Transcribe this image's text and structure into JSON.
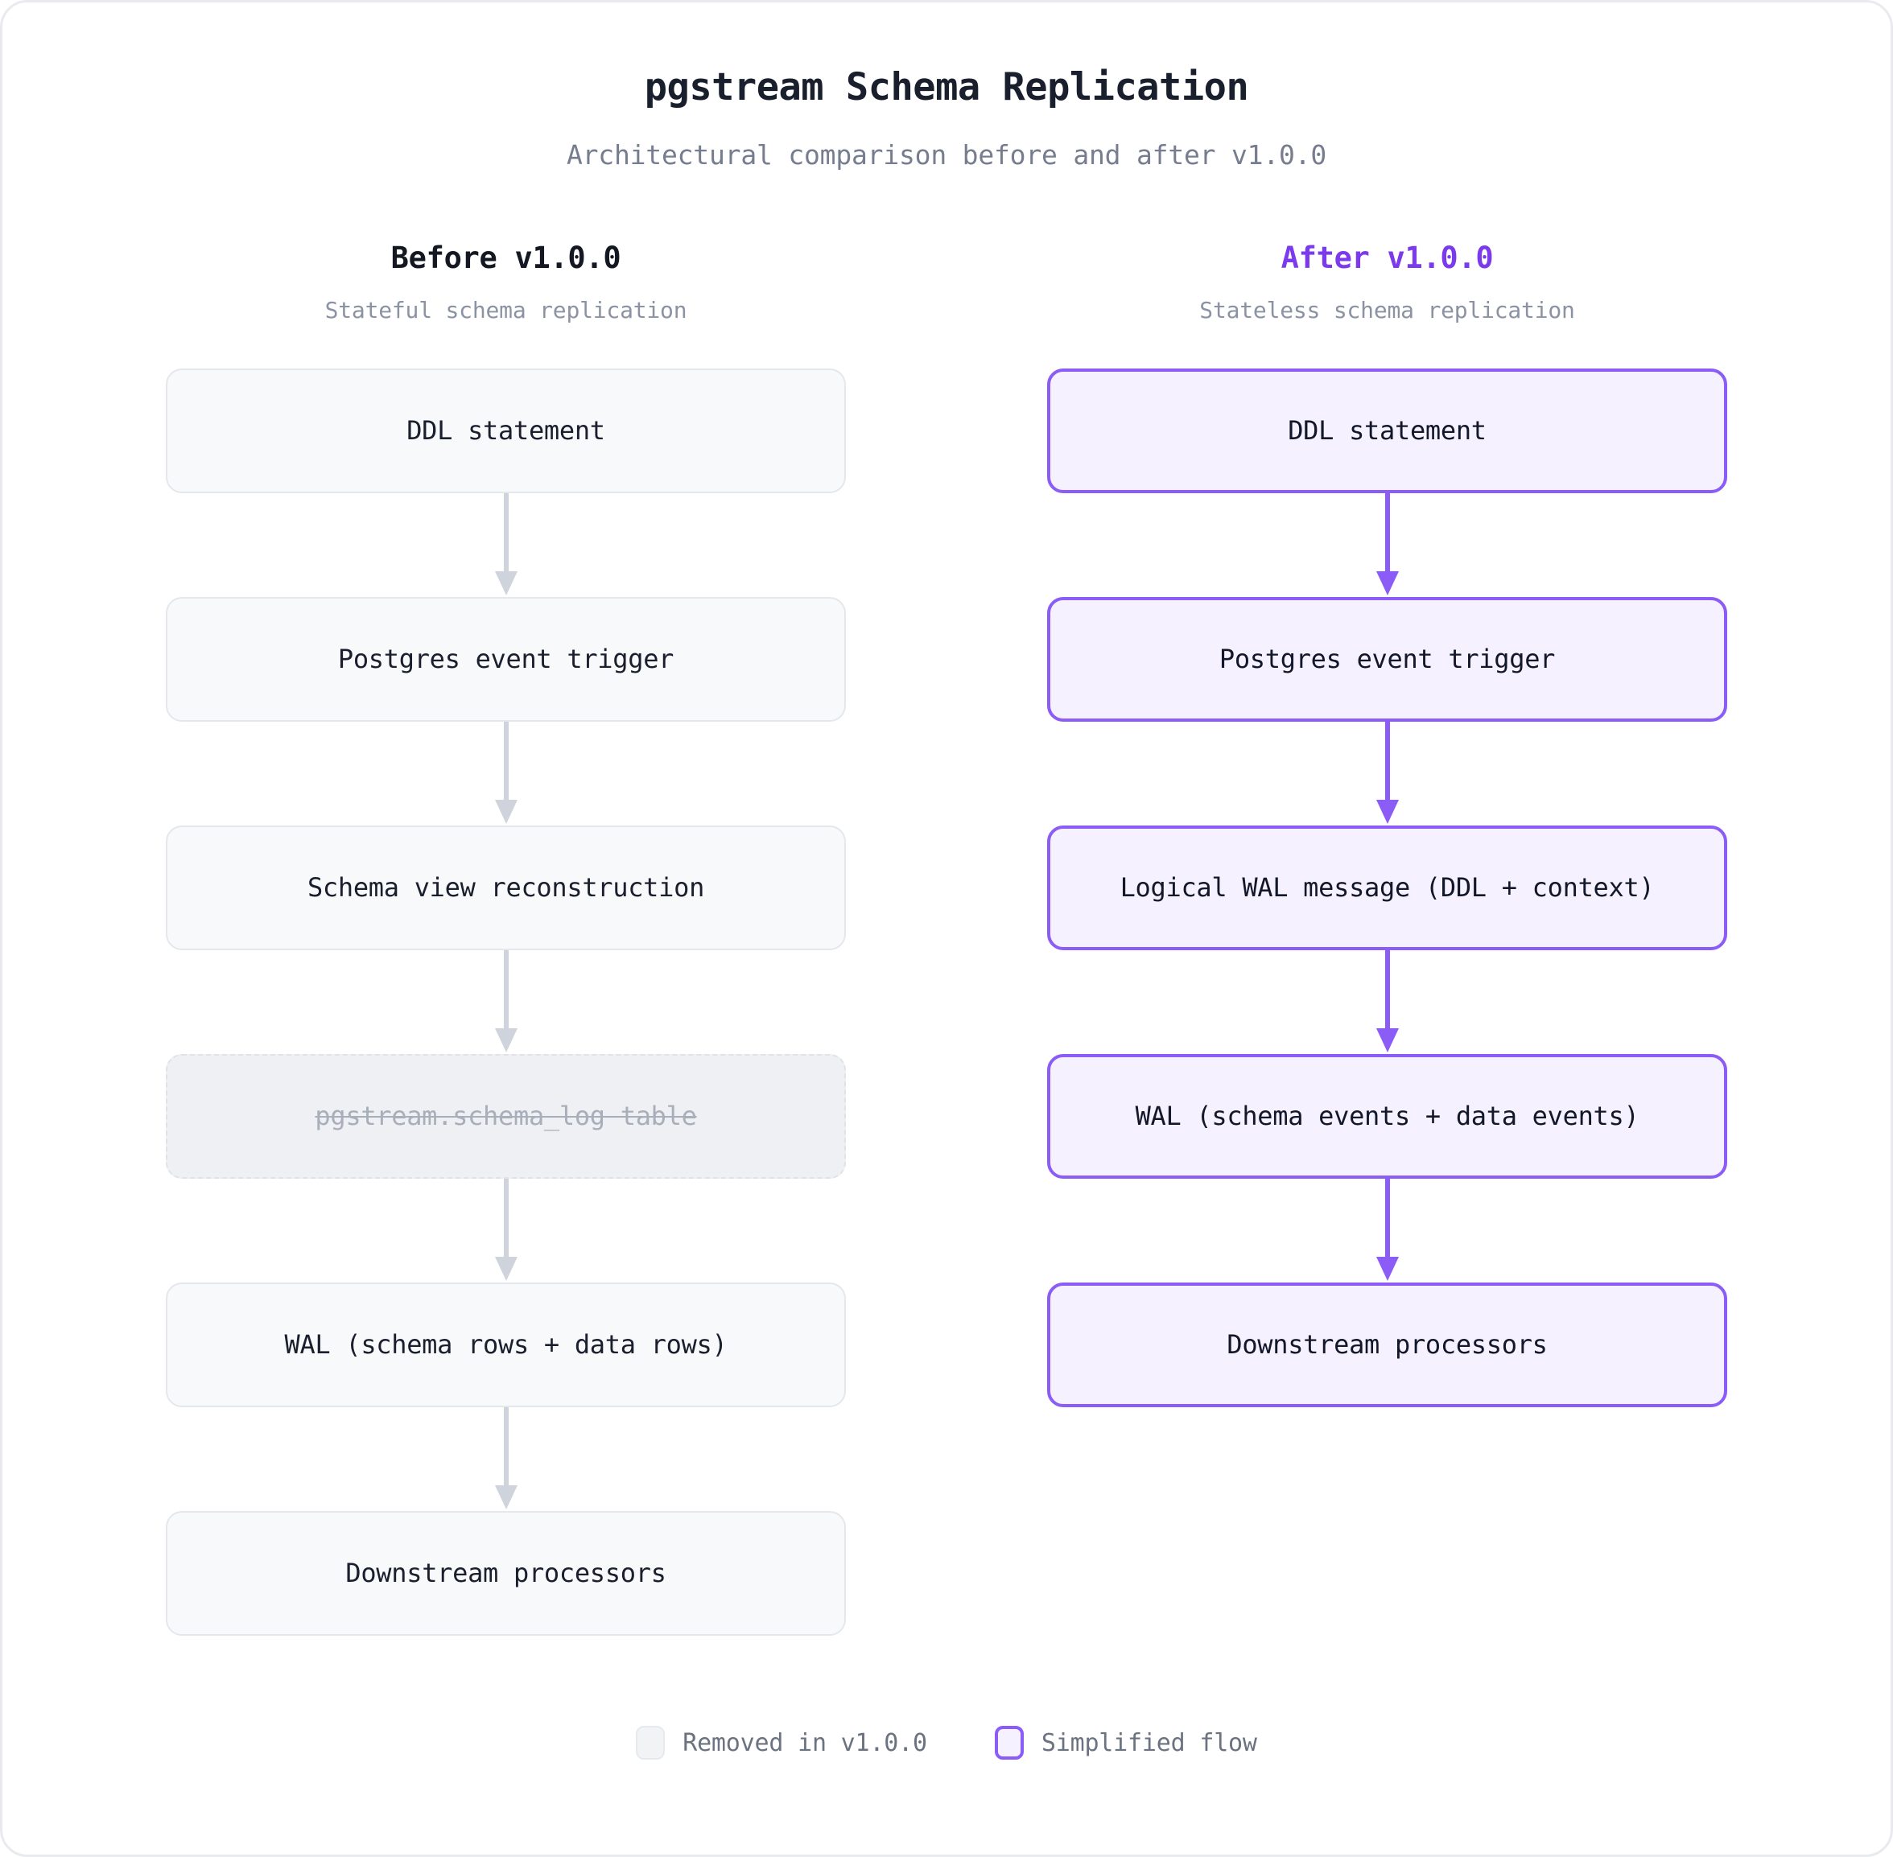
{
  "header": {
    "title": "pgstream Schema Replication",
    "subtitle": "Architectural comparison before and after v1.0.0"
  },
  "columns": [
    {
      "key": "before",
      "title": "Before v1.0.0",
      "subtitle": "Stateful schema replication",
      "accent_color": "#141823",
      "arrow_color": "#cfd4dc",
      "nodes": [
        {
          "label": "DDL statement",
          "style": "plain"
        },
        {
          "label": "Postgres event trigger",
          "style": "plain"
        },
        {
          "label": "Schema view reconstruction",
          "style": "plain"
        },
        {
          "label": "pgstream.schema_log table",
          "style": "removed"
        },
        {
          "label": "WAL (schema rows + data rows)",
          "style": "plain"
        },
        {
          "label": "Downstream processors",
          "style": "plain"
        }
      ]
    },
    {
      "key": "after",
      "title": "After v1.0.0",
      "subtitle": "Stateless schema replication",
      "accent_color": "#7c3aed",
      "arrow_color": "#8b5cf6",
      "nodes": [
        {
          "label": "DDL statement",
          "style": "accent"
        },
        {
          "label": "Postgres event trigger",
          "style": "accent"
        },
        {
          "label": "Logical WAL message (DDL + context)",
          "style": "accent"
        },
        {
          "label": "WAL (schema events + data events)",
          "style": "accent"
        },
        {
          "label": "Downstream processors",
          "style": "accent"
        }
      ]
    }
  ],
  "legend": [
    {
      "label": "Removed in v1.0.0",
      "swatch": "removed"
    },
    {
      "label": "Simplified flow",
      "swatch": "accent"
    }
  ],
  "colors": {
    "accent_purple": "#8b5cf6",
    "accent_purple_dark": "#7c3aed",
    "node_fill": "#f8f9fb",
    "node_border": "#e4e7ec",
    "accent_fill": "#f5f1fe",
    "removed_fill": "#eef0f3",
    "arrow_gray": "#cfd4dc",
    "text_dark": "#1a1f2e",
    "text_muted": "#757d8f"
  }
}
